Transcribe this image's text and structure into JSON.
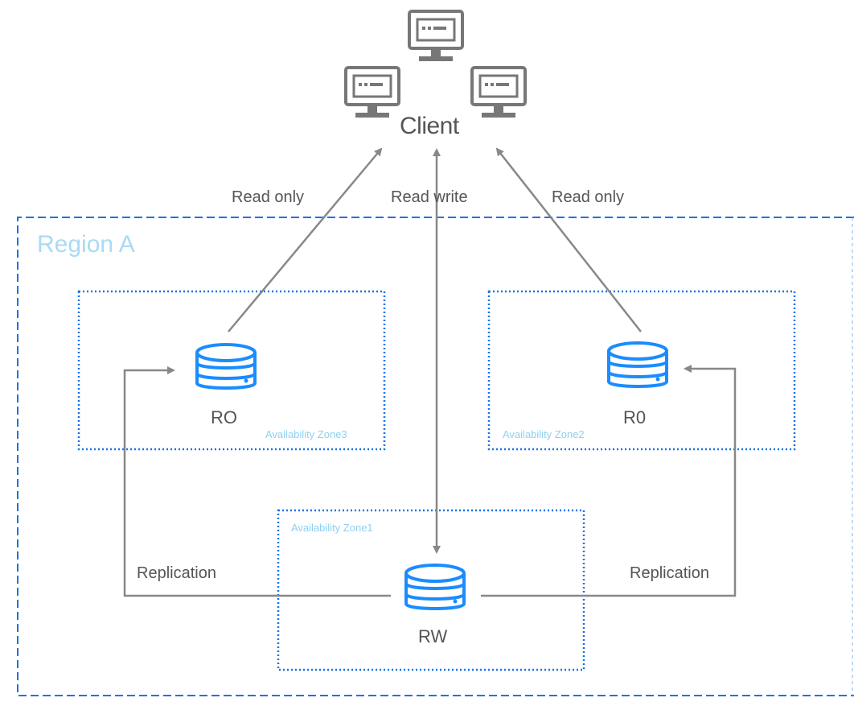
{
  "client": {
    "label": "Client"
  },
  "region": {
    "label": "Region A"
  },
  "zones": [
    {
      "label": "Availability Zone3"
    },
    {
      "label": "Availability Zone2"
    },
    {
      "label": "Availability Zone1"
    }
  ],
  "databases": [
    {
      "label": "RO"
    },
    {
      "label": "R0"
    },
    {
      "label": "RW"
    }
  ],
  "connections": {
    "read_only_left": "Read only",
    "read_write": "Read write",
    "read_only_right": "Read only",
    "replication_left": "Replication",
    "replication_right": "Replication"
  },
  "colors": {
    "region_border": "#1a73e8",
    "zone_border": "#1a73e8",
    "region_text": "#a9daf3",
    "zone_text": "#8fd0f0",
    "db_blue": "#1a8cff",
    "line": "#888888",
    "monitor": "#777777"
  }
}
